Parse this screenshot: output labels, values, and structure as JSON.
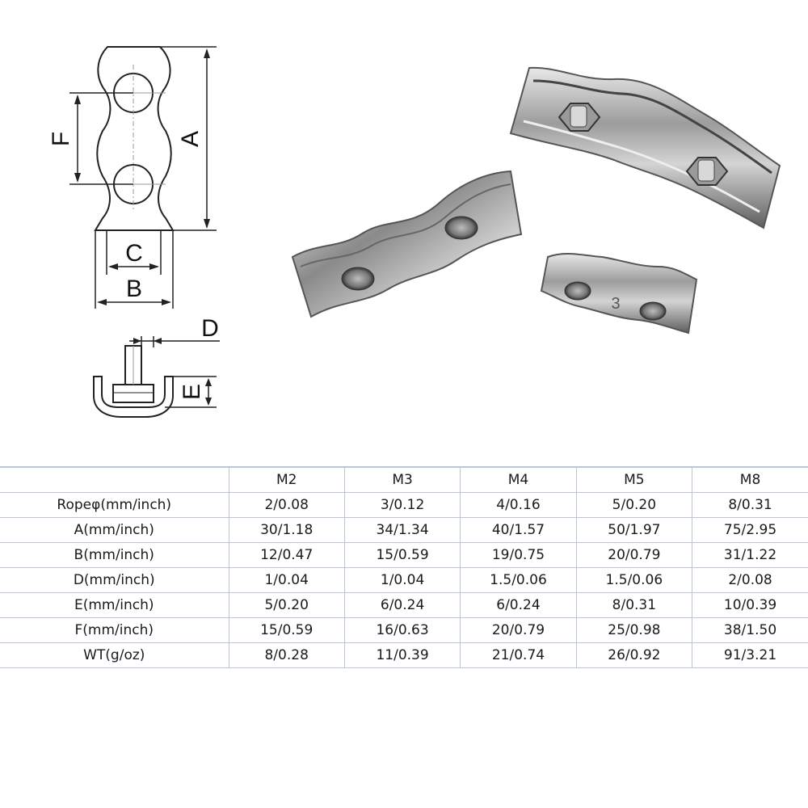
{
  "diagram": {
    "dimension_labels": {
      "A": "A",
      "B": "B",
      "C": "C",
      "D": "D",
      "E": "E",
      "F": "F"
    },
    "photo_marking": "3"
  },
  "table": {
    "header": [
      "",
      "M2",
      "M3",
      "M4",
      "M5",
      "M8"
    ],
    "rows": [
      [
        "Ropeφ(mm/inch)",
        "2/0.08",
        "3/0.12",
        "4/0.16",
        "5/0.20",
        "8/0.31"
      ],
      [
        "A(mm/inch)",
        "30/1.18",
        "34/1.34",
        "40/1.57",
        "50/1.97",
        "75/2.95"
      ],
      [
        "B(mm/inch)",
        "12/0.47",
        "15/0.59",
        "19/0.75",
        "20/0.79",
        "31/1.22"
      ],
      [
        "D(mm/inch)",
        "1/0.04",
        "1/0.04",
        "1.5/0.06",
        "1.5/0.06",
        "2/0.08"
      ],
      [
        "E(mm/inch)",
        "5/0.20",
        "6/0.24",
        "6/0.24",
        "8/0.31",
        "10/0.39"
      ],
      [
        "F(mm/inch)",
        "15/0.59",
        "16/0.63",
        "20/0.79",
        "25/0.98",
        "38/1.50"
      ],
      [
        "WT(g/oz)",
        "8/0.28",
        "11/0.39",
        "21/0.74",
        "26/0.92",
        "91/3.21"
      ]
    ]
  }
}
